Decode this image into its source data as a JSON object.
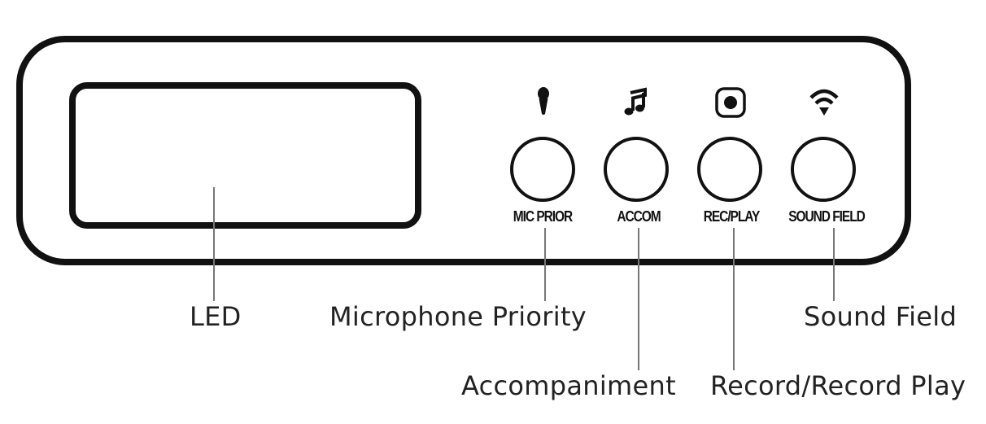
{
  "buttons": [
    {
      "panel_label": "MIC PRIOR",
      "icon": "microphone-icon"
    },
    {
      "panel_label": "ACCOM",
      "icon": "music-note-icon"
    },
    {
      "panel_label": "REC/PLAY",
      "icon": "record-icon"
    },
    {
      "panel_label": "SOUND FIELD",
      "icon": "sound-field-icon"
    }
  ],
  "callouts": {
    "led": "LED",
    "mic_priority": "Microphone Priority",
    "accompaniment": "Accompaniment",
    "record": "Record/Record Play",
    "sound_field": "Sound Field"
  },
  "colors": {
    "outline": "#111111",
    "leader_line": "#777777"
  }
}
